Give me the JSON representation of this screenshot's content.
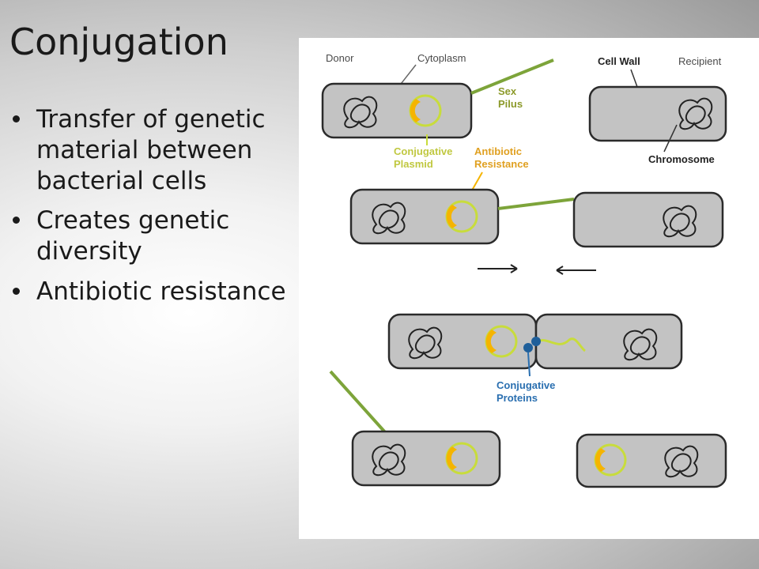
{
  "slide": {
    "title": "Conjugation",
    "bullets": [
      "Transfer of genetic material between bacterial cells",
      "Creates genetic diversity",
      "Antibiotic resistance"
    ]
  },
  "diagram": {
    "labels": {
      "donor": "Donor",
      "recipient": "Recipient",
      "cytoplasm": "Cytoplasm",
      "cell_wall": "Cell Wall",
      "sex_pilus_1": "Sex",
      "sex_pilus_2": "Pilus",
      "chromosome": "Chromosome",
      "conj_plasmid_1": "Conjugative",
      "conj_plasmid_2": "Plasmid",
      "antibiotic_1": "Antibiotic",
      "antibiotic_2": "Resistance",
      "conj_proteins_1": "Conjugative",
      "conj_proteins_2": "Proteins"
    },
    "colors": {
      "cell_fill": "#c3c3c3",
      "cell_stroke": "#2b2b2b",
      "pilus": "#7da43a",
      "plasmid": "#c8dc3c",
      "resistance_gene": "#f5b400",
      "protein": "#1f5f9a"
    }
  }
}
